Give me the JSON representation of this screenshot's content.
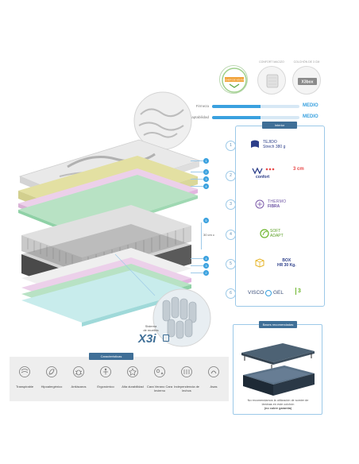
{
  "badges": {
    "seal_text": "OCHER DE VENTAS",
    "badge2_caption": "CONFORT MACIZO",
    "badge3_caption": "COLCHÓN DE 3 CM",
    "badge3_brand": "X3box"
  },
  "sliders": [
    {
      "label": "Firmeza",
      "value_text": "MEDIO",
      "fraction": 0.55
    },
    {
      "label": "Adaptabilidad",
      "value_text": "MEDIO",
      "fraction": 0.55
    }
  ],
  "interior": {
    "tab_label": "Interior",
    "items": [
      {
        "num": "1",
        "line1": "TEJIDO",
        "line2": "Strech 380 g",
        "icon": "fabric-icon"
      },
      {
        "num": "2",
        "line1": "confort",
        "line2": "3 cm",
        "icon": "comfort-icon"
      },
      {
        "num": "3",
        "line1": "THERMO",
        "line2": "FIBRA",
        "icon": "thermo-icon"
      },
      {
        "num": "4",
        "line1": "SOFT",
        "line2": "ADAPT",
        "icon": "soft-adapt-icon"
      },
      {
        "num": "5",
        "line1": "BOX",
        "line2": "HR 30 Kg.",
        "icon": "box-hr-icon"
      },
      {
        "num": "6",
        "line1": "VISCO",
        "line2": "GEL",
        "extra": "3",
        "icon": "visco-gel-icon"
      }
    ]
  },
  "mattress": {
    "callouts_top": [
      "1",
      "2",
      "3",
      "4"
    ],
    "callouts_bottom": [
      "4",
      "3",
      "2"
    ],
    "callout_spring": "5",
    "height_label": "30 cm c",
    "spring_caption_line1": "Sistema",
    "spring_caption_line2": "de muelles",
    "spring_brand": "X3i"
  },
  "caracteristicas": {
    "tab_label": "Características",
    "features": [
      {
        "label": "Transpirable",
        "icon": "breathable-icon"
      },
      {
        "label": "Hipoalergénico",
        "icon": "hypoallergenic-icon"
      },
      {
        "label": "Antiácaros",
        "icon": "anti-mite-icon"
      },
      {
        "label": "Ergonómico",
        "icon": "ergonomic-icon"
      },
      {
        "label": "Alta durabilidad",
        "icon": "durability-icon"
      },
      {
        "label": "Cara Verano Cara Invierno",
        "icon": "reversible-icon"
      },
      {
        "label": "Independencia de lechos",
        "icon": "independence-icon"
      },
      {
        "label": "Asas",
        "icon": "handles-icon"
      }
    ]
  },
  "bases": {
    "tab_label": "Bases recomendadas",
    "note_line1": "No recomendamos la utilización de somier de",
    "note_line2": "láminas en este colchón",
    "note_line3": "(no cubre garantía)"
  },
  "colors": {
    "accent": "#3aa1df",
    "tab": "#3f6f97",
    "panel_border": "#9cc9e8",
    "yellow_layer": "#e3e0a2",
    "pink_layer": "#e3b6e0",
    "green_layer": "#8fd1a6",
    "teal_layer": "#9fd9d9"
  }
}
